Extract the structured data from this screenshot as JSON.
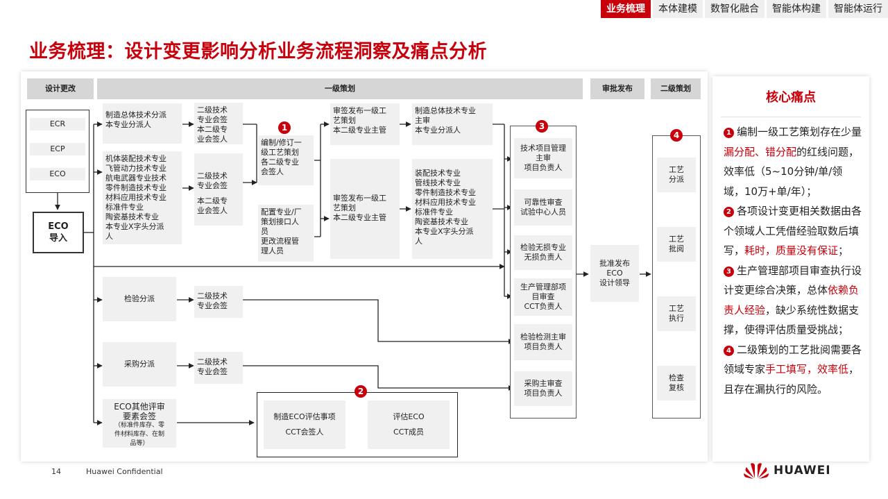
{
  "nav": {
    "tabs": [
      "业务梳理",
      "本体建模",
      "数智化融合",
      "智能体构建",
      "智能体运行"
    ],
    "active": 0
  },
  "title": "业务梳理：设计变更影响分析业务流程洞察及痛点分析",
  "headers": {
    "design_change": "设计更改",
    "level1": "一级策划",
    "approve": "审批发布",
    "level2": "二级策划"
  },
  "ecr": "ECR",
  "ecp": "ECP",
  "eco": "ECO",
  "eco_import": [
    "ECO",
    "导入"
  ],
  "col1": {
    "manuf_assign": [
      "制造总体技术分派",
      "本专业分派人"
    ],
    "machine_assign": [
      "机体装配技术专业",
      "飞管动力技术专业",
      "航电武器专业技术",
      "零件制造技术专业",
      "材料应用技术专业",
      "标准件专业",
      "陶瓷基技术专业",
      "本专业X字头分派",
      "人"
    ],
    "inspect_assign": "检验分派",
    "purchase_assign": "采购分派",
    "eco_other": [
      "ECO其他评审",
      "要素会签",
      "（标准件库存、零",
      "件材料库存、在制",
      "品等）"
    ]
  },
  "col2": {
    "countersign_top": [
      "二级技术",
      "专业会签",
      "本二级专",
      "业会签人"
    ],
    "countersign_mid": [
      "二级技术",
      "专业会签",
      "",
      "本二级专",
      "业会签人"
    ],
    "countersign_inspect": [
      "二级技术",
      "专业会签"
    ],
    "countersign_purchase": [
      "二级技术",
      "专业会签"
    ]
  },
  "col3": {
    "compile": [
      "编制/修订一",
      "级工艺策划",
      "各二级专业",
      "会签人"
    ],
    "config": [
      "配置专业/厂",
      "策划接口人",
      "员",
      "更改流程管",
      "理人员"
    ]
  },
  "col4": {
    "review_top": [
      "审签发布一级工",
      "艺策划",
      "本二级专业主管"
    ],
    "review_mid": [
      "审签发布一级工",
      "艺策划",
      "本二级专业主管"
    ]
  },
  "col5": {
    "chief_top": [
      "制造总体技术专业",
      "主审",
      "本专业分派人"
    ],
    "chief_mid": [
      "装配技术专业",
      "管线技术专业",
      "零件制造技术专业",
      "材料应用技术专业",
      "标准件专业",
      "陶瓷基技术专业",
      "本专业X字头分派",
      "人"
    ]
  },
  "col6": {
    "items": [
      [
        "技术项目管理",
        "主审",
        "项目负责人"
      ],
      [
        "可靠性审查",
        "试验中心人员"
      ],
      [
        "检验无损专业",
        "无损负责人"
      ],
      [
        "生产管理部项",
        "目审查",
        "CCT负责人"
      ],
      [
        "检验检测主审",
        "项目负责人"
      ],
      [
        "采购主审查",
        "项目负责人"
      ]
    ]
  },
  "cct": {
    "left": [
      "制造ECO评估事项",
      "",
      "CCT会签人"
    ],
    "right": [
      "评估ECO",
      "",
      "CCT成员"
    ]
  },
  "approve_box": [
    "批准发布",
    "ECO",
    "设计领导"
  ],
  "level2_items": [
    [
      "工艺",
      "分派"
    ],
    [
      "工艺",
      "批阅"
    ],
    [
      "工艺",
      "执行"
    ],
    [
      "检查",
      "复核"
    ]
  ],
  "badges": [
    "1",
    "2",
    "3",
    "4"
  ],
  "panel": {
    "title": "核心痛点",
    "points": [
      {
        "num": "1",
        "segments": [
          {
            "t": "编制一级工艺策划存在少量"
          },
          {
            "t": "漏分配、错分配",
            "red": true
          },
          {
            "t": "的红线问题，效率低（5~10分钟/单/领域，10万+单/年）；"
          }
        ]
      },
      {
        "num": "2",
        "segments": [
          {
            "t": "各项设计变更相关数据由各个领域人工凭借经验取数后填写，"
          },
          {
            "t": "耗时，质量没有保证",
            "red": true
          },
          {
            "t": "；"
          }
        ]
      },
      {
        "num": "3",
        "segments": [
          {
            "t": "生产管理部项目审查执行设计变更综合决策，总体"
          },
          {
            "t": "依赖负责人经验",
            "red": true
          },
          {
            "t": "，缺少系统性数据支撑，使得评估质量受挑战；"
          }
        ]
      },
      {
        "num": "4",
        "segments": [
          {
            "t": "二级策划的工艺批阅需要各领域专家"
          },
          {
            "t": "手工填写，效率低",
            "red": true
          },
          {
            "t": "，且存在漏执行的风险。"
          }
        ]
      }
    ]
  },
  "footer": {
    "page": "14",
    "confidential": "Huawei Confidential",
    "logo_text": "HUAWEI"
  },
  "colors": {
    "accent": "#c7000b",
    "box_fill": "#f0f0f0",
    "header_fill": "#d6d6d6"
  }
}
